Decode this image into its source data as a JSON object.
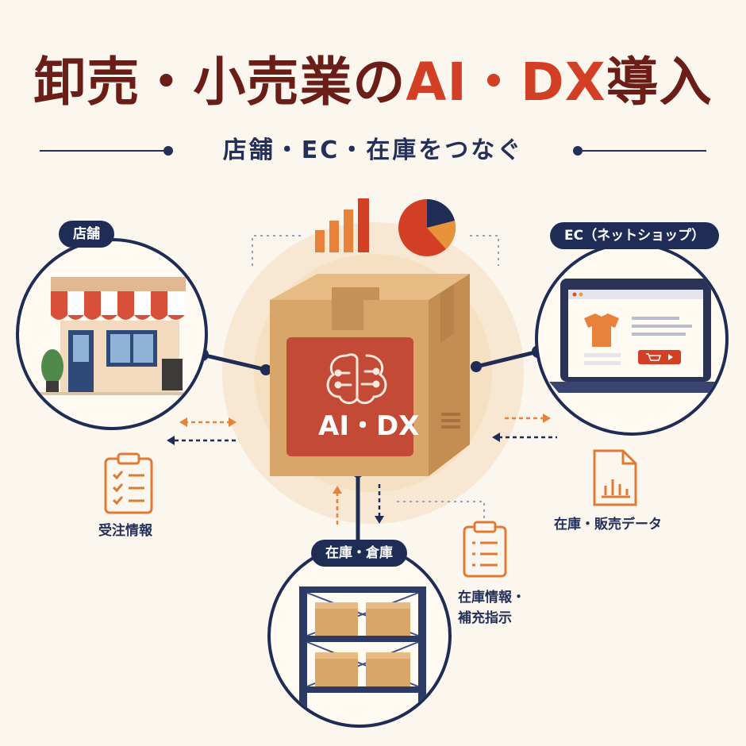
{
  "title": {
    "part1": "卸売・小売業の",
    "part2": "AI・DX",
    "part3": "導入"
  },
  "subtitle": "店舗・EC・在庫をつなぐ",
  "center": {
    "box_label": "AI・DX"
  },
  "nodes": {
    "store": {
      "label": "店舗"
    },
    "ec": {
      "label": "EC（ネットショップ）"
    },
    "warehouse": {
      "label": "在庫・倉庫"
    }
  },
  "flows": {
    "orders": "受注情報",
    "sales": "在庫・販売データ",
    "replenish_line1": "在庫情報・",
    "replenish_line2": "補充指示"
  },
  "colors": {
    "navy": "#1f2c55",
    "accent_red": "#d23f25",
    "orange": "#e8823a",
    "box": "#d9a66a",
    "title_dark": "#6b1d17",
    "background": "#fbf6ee"
  },
  "icons": [
    "bar-chart-icon",
    "pie-chart-icon",
    "brain-circuit-icon",
    "storefront-icon",
    "laptop-shop-icon",
    "tshirt-icon",
    "cart-icon",
    "shelf-boxes-icon",
    "clipboard-icon",
    "document-chart-icon"
  ]
}
